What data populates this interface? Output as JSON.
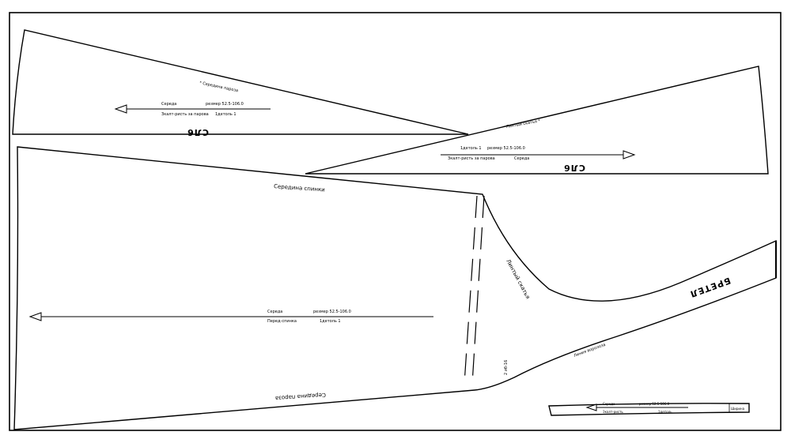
{
  "colors": {
    "stroke": "#000000",
    "background": "#ffffff"
  },
  "pieces": {
    "sleeve_top": {
      "title": "СЛ6",
      "edge_label": "* Середина пароза",
      "grain_a": "Середа",
      "grain_b": "резмер 52.5-106.0",
      "grain_c": "Зкалт-ристь за парова",
      "grain_d": "1детоль 1"
    },
    "sleeve_bottom": {
      "title": "СЛ6",
      "edge_label": "Линтый скатья *",
      "grain_a": "1детоль 1",
      "grain_b": "резмер 52.5-106.0",
      "grain_c": "Зкалт-ристь за парова",
      "grain_d": "Середа"
    },
    "front": {
      "shoulder_label": "Середина спинки",
      "armhole_label": "Линтый скатья",
      "grain_a": "Середа",
      "grain_b": "резмер 52.5-106.0",
      "grain_c": "Перед-спинка",
      "grain_d": "1детоль 1",
      "bottom_label": "Середина пароза",
      "side_label": "Линия воролоза",
      "dart_label": "2 иб-16",
      "corner_label": "БРЕТЕЛ"
    },
    "strap": {
      "grain_a": "Середа",
      "grain_b": "резмер 52.5-106.0",
      "grain_c": "Зкалт-ристь",
      "grain_d": "1детоль",
      "end_label": "Ширина"
    }
  }
}
